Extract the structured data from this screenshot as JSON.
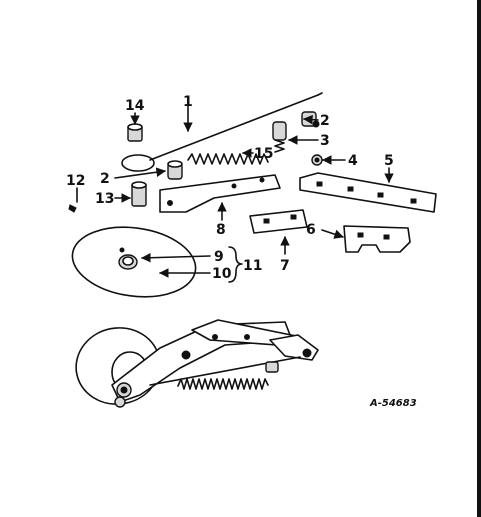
{
  "diagram": {
    "drawing_number": "A-54683",
    "callouts": [
      {
        "id": "14",
        "label": "14"
      },
      {
        "id": "1",
        "label": "1"
      },
      {
        "id": "2a",
        "label": "2"
      },
      {
        "id": "3",
        "label": "3"
      },
      {
        "id": "15",
        "label": "15"
      },
      {
        "id": "4",
        "label": "4"
      },
      {
        "id": "5",
        "label": "5"
      },
      {
        "id": "12",
        "label": "12"
      },
      {
        "id": "2b",
        "label": "2"
      },
      {
        "id": "13",
        "label": "13"
      },
      {
        "id": "8",
        "label": "8"
      },
      {
        "id": "6",
        "label": "6"
      },
      {
        "id": "7",
        "label": "7"
      },
      {
        "id": "9",
        "label": "9"
      },
      {
        "id": "10",
        "label": "10"
      },
      {
        "id": "11",
        "label": "11"
      }
    ]
  }
}
